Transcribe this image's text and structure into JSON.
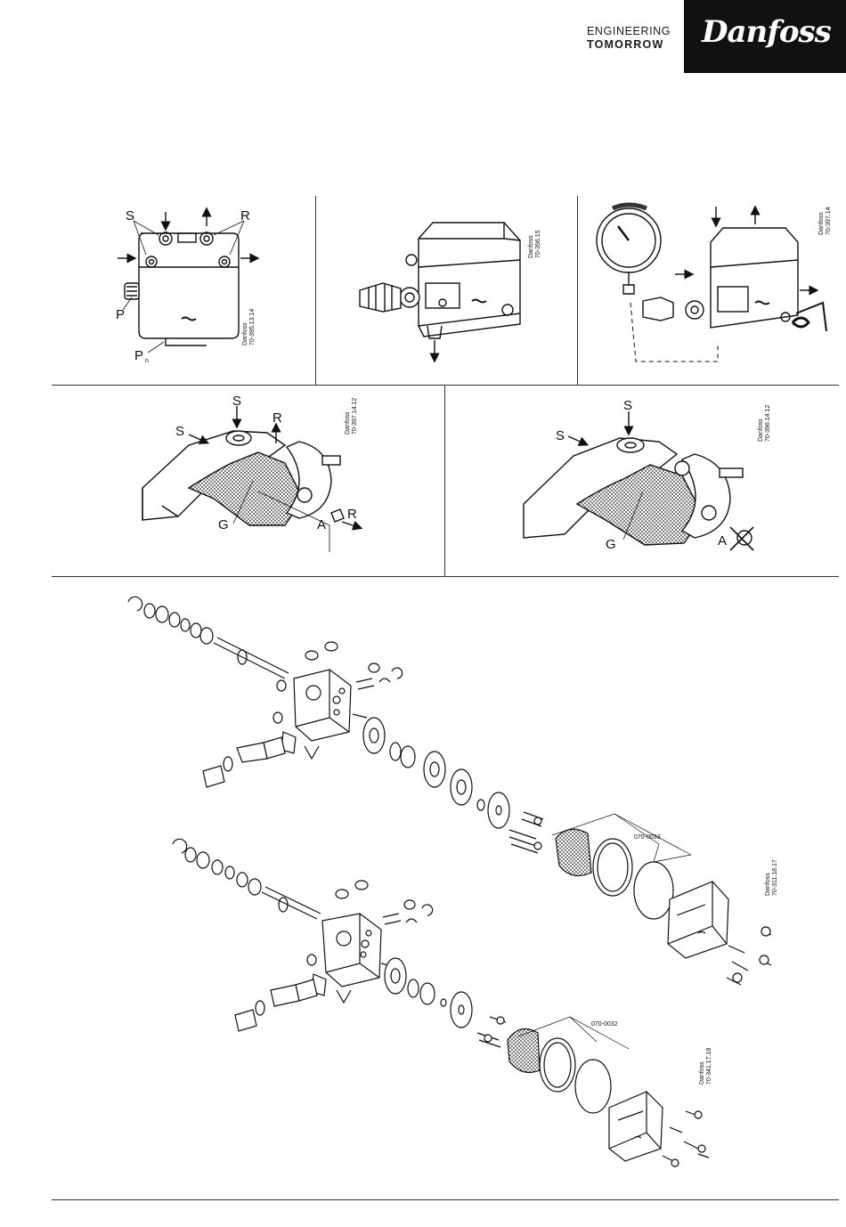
{
  "header": {
    "tagline_line1": "ENGINEERING",
    "tagline_line2": "TOMORROW",
    "logo_text": "Danfoss"
  },
  "fig1": {
    "labels": [
      "S",
      "R",
      "P",
      "P"
    ],
    "sub": "n",
    "code1": "Danfoss",
    "code2": "70-395.13.14"
  },
  "fig2": {
    "code1": "Danfoss",
    "code2": "70-396.15"
  },
  "fig3": {
    "code1": "Danfoss",
    "code2": "70-397.14"
  },
  "fig4": {
    "labels": [
      "S",
      "S",
      "R",
      "G",
      "A",
      "R"
    ],
    "code1": "Danfoss",
    "code2": "70-397.14.12"
  },
  "fig5": {
    "labels": [
      "S",
      "S",
      "G",
      "A"
    ],
    "code1": "Danfoss",
    "code2": "70-396.14.12"
  },
  "fig6": {
    "part_number": "070-0033",
    "code1": "Danfoss",
    "code2": "70-311.18.17"
  },
  "fig7": {
    "part_number": "070-0032",
    "code1": "Danfoss",
    "code2": "70-341.17.18"
  }
}
